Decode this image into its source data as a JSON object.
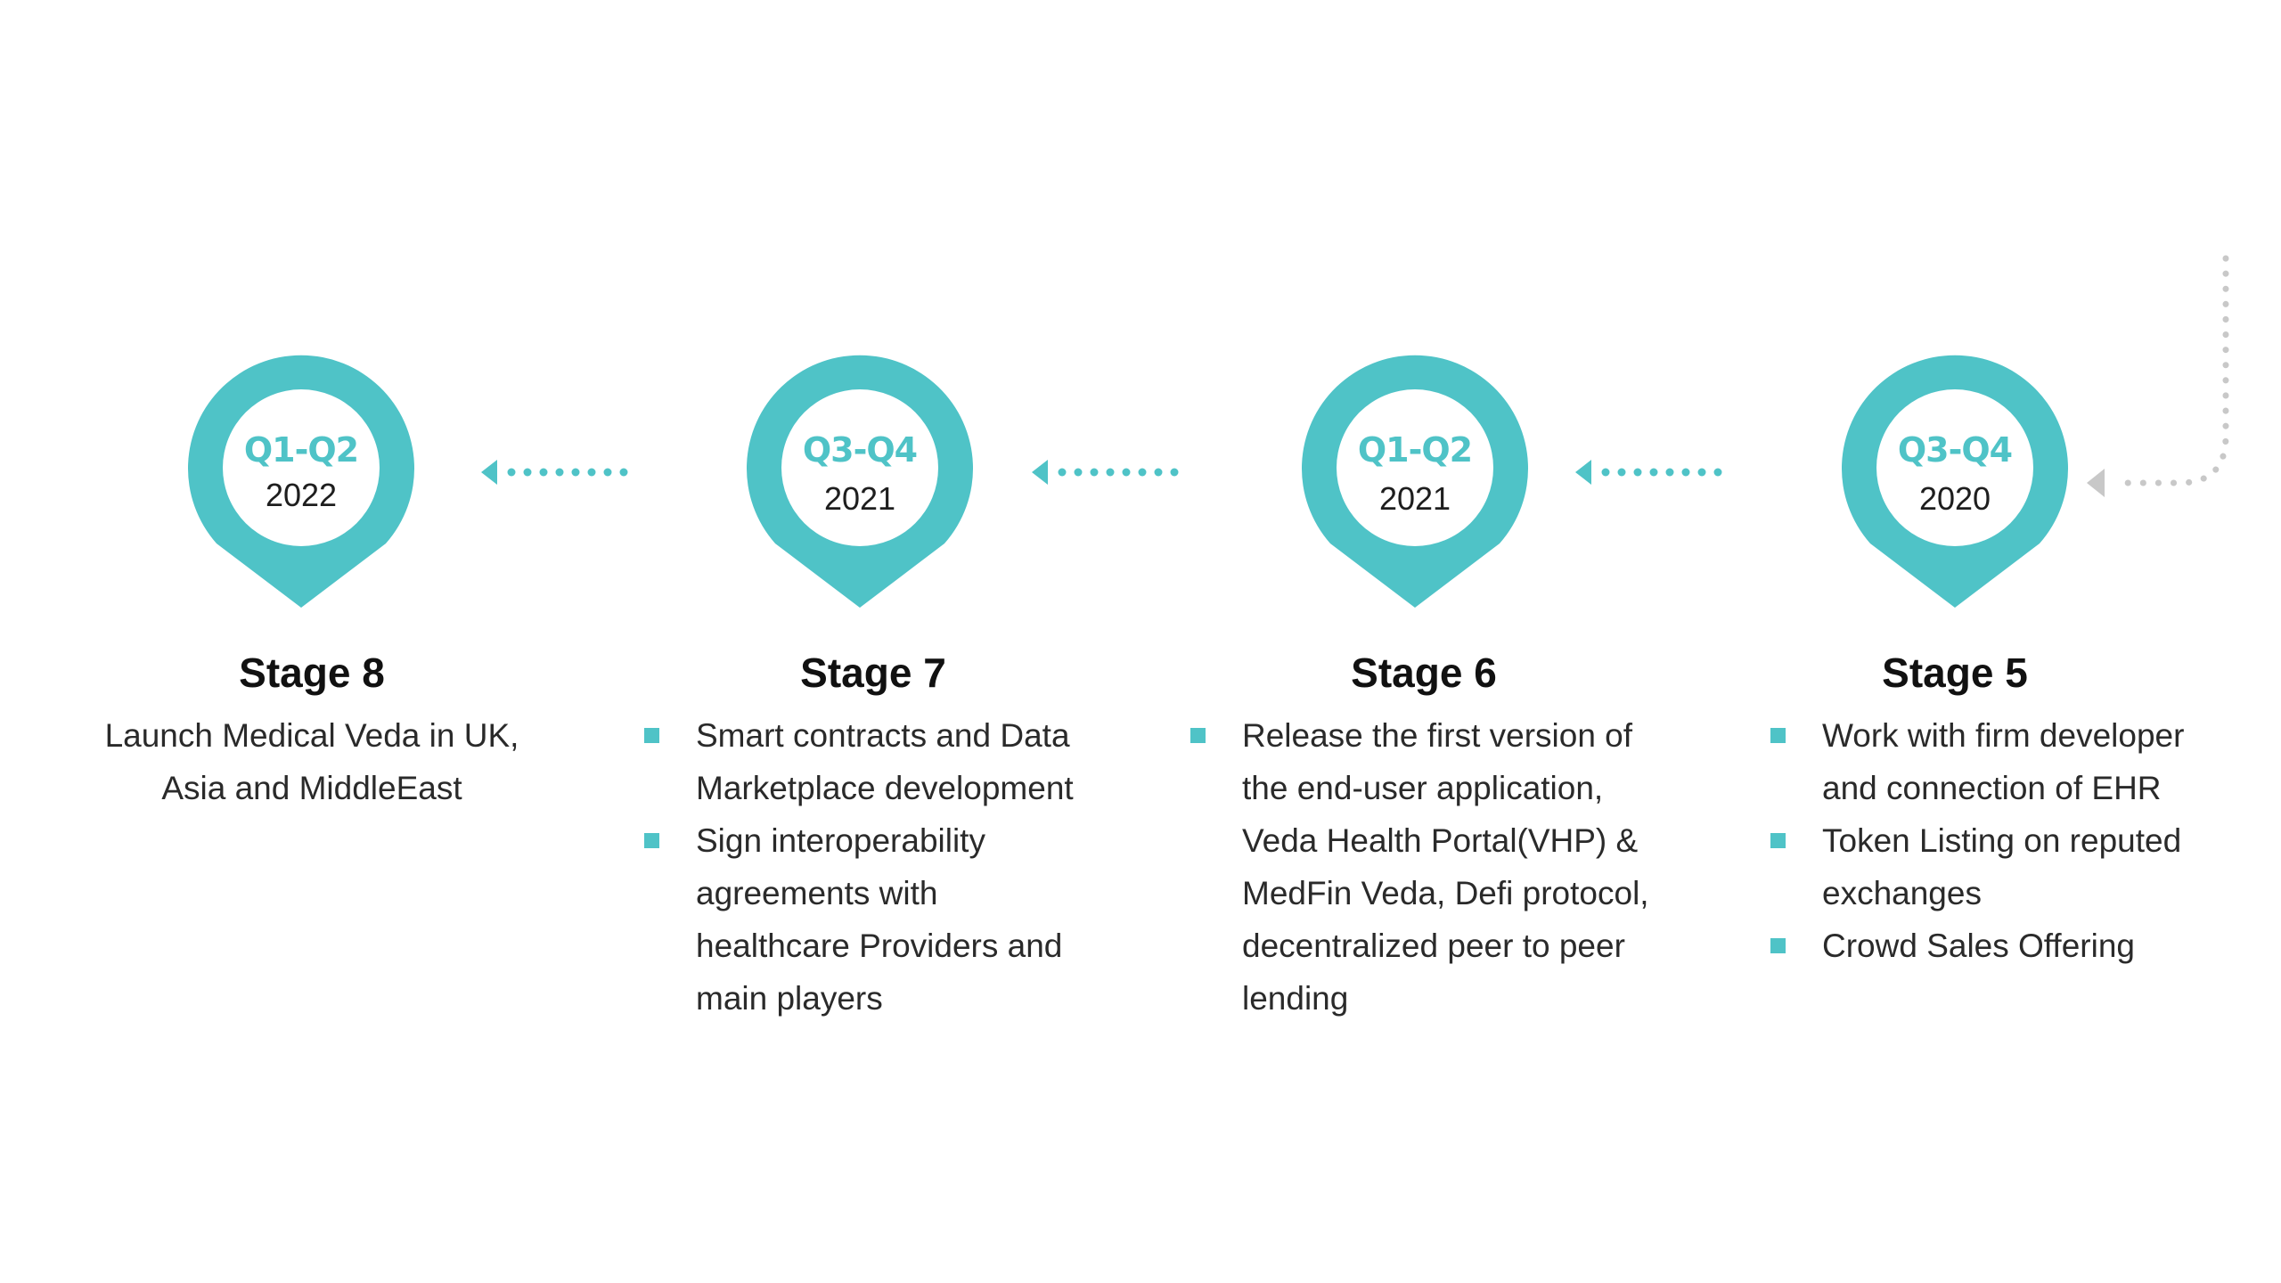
{
  "stages": [
    {
      "quarter": "Q1-Q2",
      "year": "2022",
      "title": "Stage 8",
      "description_lines": [
        "Launch Medical Veda in UK,",
        "Asia and MiddleEast"
      ]
    },
    {
      "quarter": "Q3-Q4",
      "year": "2021",
      "title": "Stage 7",
      "bullets": [
        [
          "Smart contracts and Data",
          "Marketplace development"
        ],
        [
          "Sign interoperability",
          "agreements with",
          "healthcare Providers and",
          "main players"
        ]
      ]
    },
    {
      "quarter": "Q1-Q2",
      "year": "2021",
      "title": "Stage 6",
      "bullets": [
        [
          "Release the first version of",
          "the end-user application,",
          "Veda Health Portal(VHP) &",
          "MedFin Veda, Defi protocol,",
          "decentralized peer to peer",
          "lending"
        ]
      ]
    },
    {
      "quarter": "Q3-Q4",
      "year": "2020",
      "title": "Stage 5",
      "bullets": [
        [
          "Work with firm developer",
          "and connection of EHR"
        ],
        [
          "Token Listing on reputed",
          "exchanges"
        ],
        [
          "Crowd Sales Offering"
        ]
      ]
    }
  ],
  "colors": {
    "accent": "#4fc3c7",
    "connector_gray": "#c8c8c8",
    "title": "#111111",
    "text": "#2a2a2a"
  }
}
